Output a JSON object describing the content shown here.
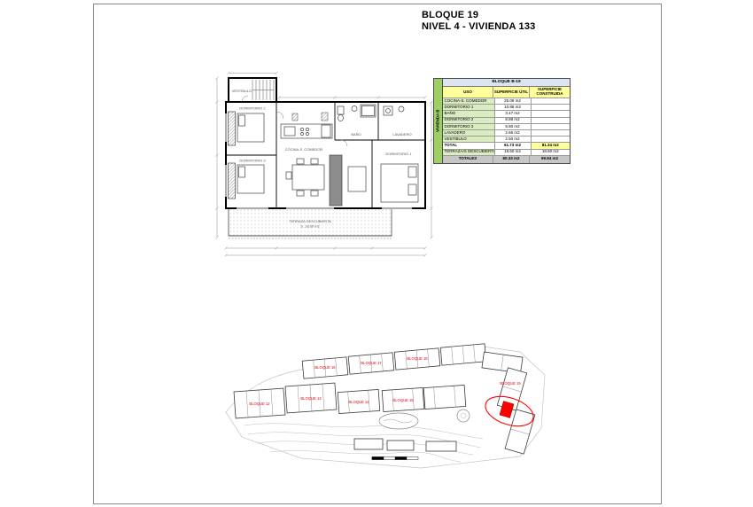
{
  "page": {
    "title_line1": "BLOQUE 19",
    "title_line2": "NIVEL 4 - VIVIENDA 133"
  },
  "colors": {
    "highlight_red": "#ff0000",
    "table_header_yellow": "#ffff9c",
    "table_uso_green": "#d9edc0",
    "table_side_green": "#9dcf63",
    "table_block_header_blue": "#dbe5f1",
    "table_totales_gray": "#c6c6c6"
  },
  "area_table": {
    "block_header": "BLOQUE B-19",
    "side_label": "VIVIENDA B",
    "columns": {
      "uso": "USO",
      "util": "SUPERFICIE ÚTIL",
      "construida": "SUPERFICIE CONSTRUIDA"
    },
    "rows": [
      {
        "uso": "COCINA-S. COMEDOR",
        "util": "25.08 m2",
        "construida": ""
      },
      {
        "uso": "DORMITORIO 1",
        "util": "10.88 m2",
        "construida": ""
      },
      {
        "uso": "BAÑO",
        "util": "3.47 m2",
        "construida": ""
      },
      {
        "uso": "DORMITORIO 2",
        "util": "8.89 m2",
        "construida": ""
      },
      {
        "uso": "DORMITORIO 3",
        "util": "8.80 m2",
        "construida": ""
      },
      {
        "uso": "LAVADERO",
        "util": "2.66 m2",
        "construida": ""
      },
      {
        "uso": "VESTÍBULO",
        "util": "2.50 m2",
        "construida": ""
      }
    ],
    "total_row": {
      "uso": "TOTAL",
      "util": "61.73 m2",
      "construida": "81.34 m2"
    },
    "terraza_row": {
      "uso": "TERRAZA/S DESCUBIERTA/S",
      "util": "18.60 m2",
      "construida": "18.60 m2"
    },
    "totales_row": {
      "uso": "TOTALES",
      "util": "80.33 m2",
      "construida": "99.94 m2"
    }
  },
  "floor_plan": {
    "room_labels": {
      "vestibulo": "VESTÍBULO",
      "dormitorio2": "DORMITORIO 2",
      "dormitorio3": "DORMITORIO 3",
      "cocina": "COCINA-S. COMEDOR",
      "dormitorio1": "DORMITORIO 1",
      "bano": "BAÑO",
      "lavadero": "LAVADERO",
      "terraza_line1": "TERRAZA DESCUBIERTA",
      "terraza_line2": "S: 18.60 m2"
    }
  },
  "site_plan": {
    "block_labels": [
      "BLOQUE 12",
      "BLOQUE 13",
      "BLOQUE 14",
      "BLOQUE 15",
      "BLOQUE 16",
      "BLOQUE 17",
      "BLOQUE 18",
      "BLOQUE 19"
    ]
  }
}
